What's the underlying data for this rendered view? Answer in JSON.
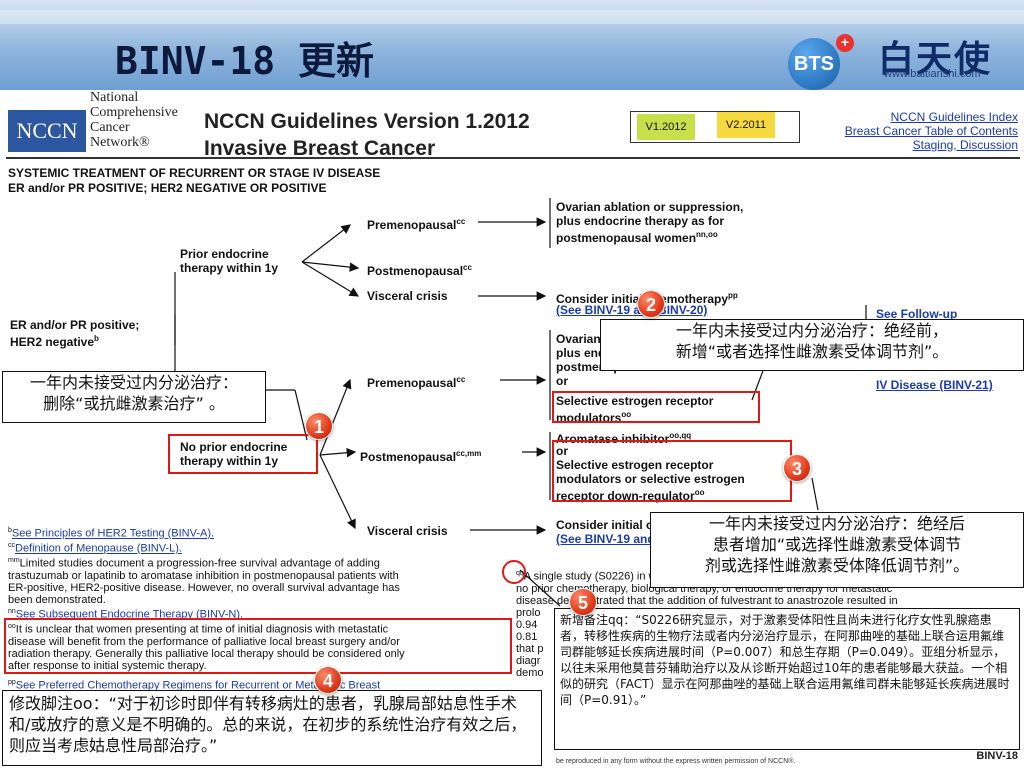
{
  "slide": {
    "title": "BINV-18 更新"
  },
  "brand": {
    "badge": "BTS",
    "plus": "+",
    "name": "白天使",
    "url": "www.baitianshi.com"
  },
  "doc_header": {
    "org_name": "National\nComprehensive\nCancer\nNetwork®",
    "org_logo": "NCCN",
    "version": "NCCN Guidelines Version 1.2012",
    "title": "Invasive Breast Cancer",
    "tabs": [
      "V1.2012",
      "V2.2011"
    ],
    "links": [
      "NCCN Guidelines Index",
      "Breast Cancer Table of Contents",
      "Staging, Discussion"
    ]
  },
  "section": {
    "line1": "SYSTEMIC TREATMENT OF RECURRENT OR STAGE IV DISEASE",
    "line2": "ER and/or PR POSITIVE; HER2 NEGATIVE OR POSITIVE"
  },
  "flow": {
    "root": "ER and/or PR positive;\nHER2 negative",
    "root_sup": "b",
    "prior": "Prior endocrine\ntherapy within 1y",
    "no_prior": "No prior endocrine\ntherapy within 1y",
    "premeno": "Premenopausal",
    "premeno_sup": "cc",
    "postmeno": "Postmenopausal",
    "postmeno_sup": "cc",
    "postmeno2_sup": "cc,mm",
    "visceral": "Visceral crisis",
    "out_ovarian": "Ovarian ablation or suppression,\nplus endocrine therapy as for\npostmenopausal women",
    "out_ovarian_sup": "nn,oo",
    "out_consider": "Consider initial chemotherapy",
    "out_consider_sup": "pp",
    "out_see1": "(See BINV-19 and BINV-20)",
    "out_ovar2": "Ovarian ablation\nplus endocrine\npostmenopausal\nor",
    "out_serm": "Selective estrogen receptor\nmodulators",
    "out_serm_sup": "oo",
    "out_ai": "Aromatase inhibitor",
    "out_ai_sup": "oo,qq",
    "out_ai2": "or\nSelective estrogen receptor\nmodulators or selective estrogen\nreceptor down-regulator",
    "out_ai2_sup": "oo",
    "out_consider2": "Consider initial chemotherapy",
    "out_see2": "(See BINV-19 and BINV-20)",
    "followup": "See Follow-up",
    "stage4": "IV Disease (BINV-21)"
  },
  "footnotes": {
    "b": "See Principles of HER2 Testing (BINV-A).",
    "cc": "Definition of Menopause (BINV-L).",
    "mm": "Limited studies document a progression-free survival advantage of adding\ntrastuzumab or lapatinib to aromatase inhibition in postmenopausal patients with\nER-positive, HER2-positive disease. However, no overall survival advantage has\nbeen demonstrated.",
    "nn": "See Subsequent Endocrine Therapy (BINV-N).",
    "oo": "It is unclear that women presenting at time of initial diagnosis with metastatic\ndisease will benefit from the performance of palliative local breast surgery and/or\nradiation therapy. Generally this palliative local therapy should be considered only\nafter response to initial systemic therapy.",
    "pp": "See Preferred Chemotherapy Regimens for Recurrent or Metastatic Breast",
    "qq": "A single study (S0226) in women with hormone receptor-positive breast cancer and\nno prior chemotherapy, biological therapy, or endocrine therapy for metastatic\ndisease demonstrated that the addition of fulvestrant to anastrozole resulted in\nprolo\n0.94\n0.81\nthat p\ndiagr\ndemo"
  },
  "callouts": {
    "c1": "一年内未接受过内分泌治疗：\n删除“或抗雌激素治疗” 。",
    "c2": "一年内未接受过内分泌治疗：绝经前，\n新增“或者选择性雌激素受体调节剂”。",
    "c3": "一年内未接受过内分泌治疗：绝经后\n患者增加“或选择性雌激素受体调节\n剂或选择性雌激素受体降低调节剂”。",
    "c4": "修改脚注oo：“对于初诊时即伴有转移病灶的患者，乳腺局部姑息性手术和/或放疗的意义是不明确的。总的来说，在初步的系统性治疗有效之后，则应当考虑姑息性局部治疗。”",
    "c5": "新增备注qq：“S0226研究显示，对于激素受体阳性且尚未进行化疗女性乳腺癌患者，转移性疾病的生物疗法或者内分泌治疗显示，在阿那曲唑的基础上联合运用氟维司群能够延长疾病进展时间（P=0.007）和总生存期（P=0.049）。亚组分析显示，以往未采用他莫昔芬辅助治疗以及从诊断开始超过10年的患者能够最大获益。一个相似的研究（FACT）显示在阿那曲唑的基础上联合运用氟维司群未能够延长疾病进展时间（P=0.91）。”"
  },
  "badges": [
    "1",
    "2",
    "3",
    "4",
    "5"
  ],
  "page_no": "BINV-18",
  "legal": "be reproduced in any form without the express written permission of NCCN®."
}
